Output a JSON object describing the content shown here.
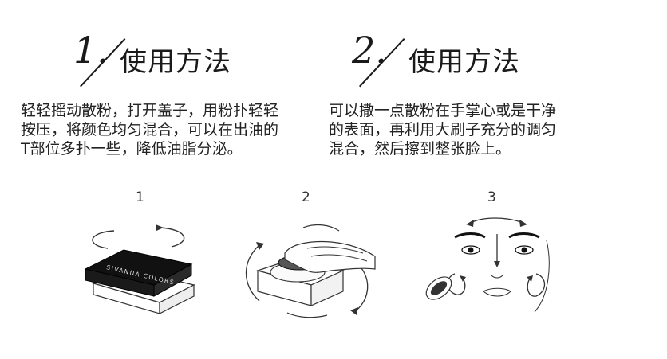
{
  "steps": [
    {
      "number": "1.",
      "title": "使用方法",
      "description_lines": [
        "轻轻摇动散粉，打开盖子，用粉扑轻轻",
        "按压，将颜色均匀混合，可以在出油的",
        "T部位多扑一些，降低油脂分泌。"
      ]
    },
    {
      "number": "2.",
      "title": "使用方法",
      "description_lines": [
        "可以撒一点散粉在手掌心或是干净",
        "的表面，再利用大刷子充分的调匀",
        "混合，然后擦到整张脸上。"
      ]
    }
  ],
  "figures": [
    {
      "number": "1",
      "box_brand": "SIVANNA COLORS"
    },
    {
      "number": "2"
    },
    {
      "number": "3"
    }
  ],
  "colors": {
    "ink": "#1a1a1a",
    "text": "#222222",
    "box": "#111111"
  }
}
